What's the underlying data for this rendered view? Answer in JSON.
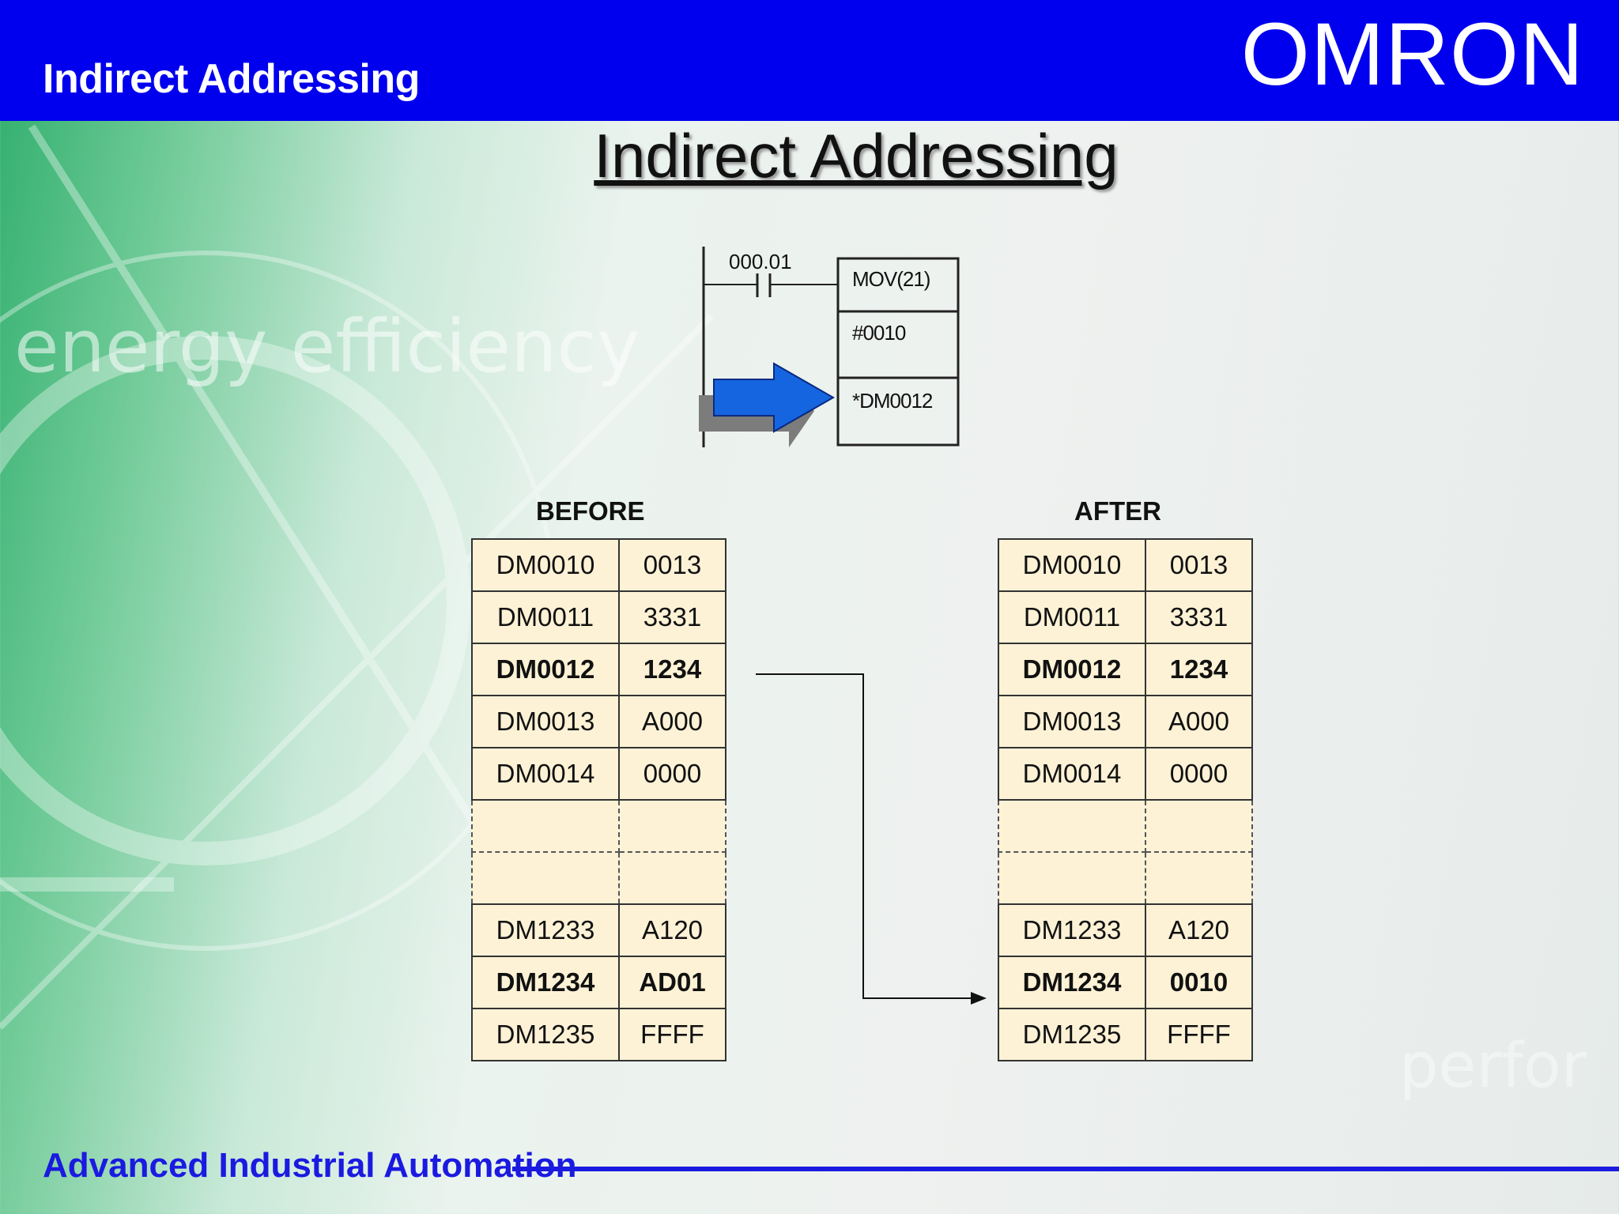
{
  "header": {
    "title": "Indirect Addressing",
    "brand": "OMRON"
  },
  "slide": {
    "title": "Indirect Addressing"
  },
  "ladder": {
    "contact": "000.01",
    "instruction": "MOV(21)",
    "source": "#0010",
    "destination": "*DM0012"
  },
  "before": {
    "label": "BEFORE",
    "rows": [
      {
        "addr": "DM0010",
        "val": "0013"
      },
      {
        "addr": "DM0011",
        "val": "3331"
      },
      {
        "addr": "DM0012",
        "val": "1234",
        "bold": true
      },
      {
        "addr": "DM0013",
        "val": "A000"
      },
      {
        "addr": "DM0014",
        "val": "0000"
      },
      {
        "addr": "",
        "val": "",
        "gap": true
      },
      {
        "addr": "",
        "val": "",
        "gap": true
      },
      {
        "addr": "DM1233",
        "val": "A120"
      },
      {
        "addr": "DM1234",
        "val": "AD01",
        "bold": true
      },
      {
        "addr": "DM1235",
        "val": "FFFF"
      }
    ]
  },
  "after": {
    "label": "AFTER",
    "rows": [
      {
        "addr": "DM0010",
        "val": "0013"
      },
      {
        "addr": "DM0011",
        "val": "3331"
      },
      {
        "addr": "DM0012",
        "val": "1234",
        "bold": true
      },
      {
        "addr": "DM0013",
        "val": "A000"
      },
      {
        "addr": "DM0014",
        "val": "0000"
      },
      {
        "addr": "",
        "val": "",
        "gap": true
      },
      {
        "addr": "",
        "val": "",
        "gap": true
      },
      {
        "addr": "DM1233",
        "val": "A120"
      },
      {
        "addr": "DM1234",
        "val": "0010",
        "bold": true
      },
      {
        "addr": "DM1235",
        "val": "FFFF"
      }
    ]
  },
  "footer": {
    "text": "Advanced Industrial Automation"
  },
  "background": {
    "watermark_left": "energy efficiency",
    "watermark_right": "perfor"
  },
  "colors": {
    "header": "#0000ee",
    "footer": "#1a1ae0",
    "cell": "#fdf2d6",
    "arrow": "#1565e0"
  }
}
